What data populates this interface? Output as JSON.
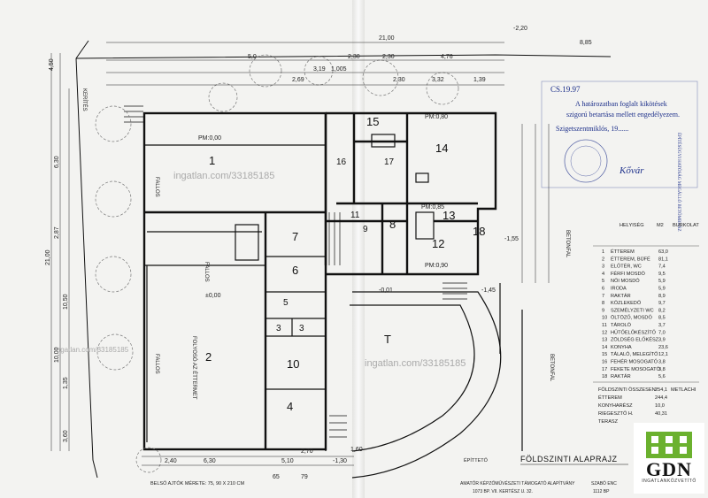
{
  "watermark": "ingatlan.com/33185185",
  "plan_title": "FÖLDSZINTI ALAPRAJZ",
  "rooms": [
    "1",
    "2",
    "3",
    "4",
    "5",
    "6",
    "7",
    "8",
    "9",
    "10",
    "11",
    "12",
    "13",
    "14",
    "15",
    "16",
    "17",
    "18",
    "T"
  ],
  "pm_labels": [
    "PM:0,00",
    "PM:0,80",
    "PM:0,85",
    "PM:0,90",
    "±0,00",
    "-0,01",
    "-1,45",
    "-1,55"
  ],
  "top_dims": [
    "21,00",
    "8,85",
    "-2,20",
    "4,76",
    "2,30",
    "2,30",
    "3,32",
    "1,39",
    "5,0",
    "2,69",
    "3,19",
    "1,005",
    "2,30"
  ],
  "left_dims": [
    "4,50",
    "6,30",
    "21,00",
    "2,87",
    "10,50",
    "10,00",
    "1,35",
    "3,60"
  ],
  "bottom_dims": [
    "6,30",
    "5,10",
    "2,40",
    "2,70",
    "-1,30",
    "65",
    "79",
    "1,60"
  ],
  "wall_labels": [
    "FALLOS",
    "FALLOS",
    "FOLYOSÓ AZ ÉTTERMET",
    "BETONFAL",
    "BETONFAL",
    "KERÍTÉS",
    "FALLOS"
  ],
  "footnote": "BELSŐ AJTÓK MÉRETE: 75, 90 X 210 CM",
  "designer": {
    "heading": "ÉPÍTTETŐ",
    "line1": "AMATŐR KÉPZŐMŰVÉSZETI TÁMOGATÓ ALAPÍTVÁNY",
    "line2": "1073 BP. VII. KERTÉSZ U. 32."
  },
  "tervezo": {
    "line1": "SZABÓ ENC",
    "line2": "1112 BP"
  },
  "stamp": {
    "l1": "A határozatban foglalt kikötések",
    "l2": "szigorú betartása mellett engedélyezem.",
    "l3": "Szigetszentmiklós, 19......",
    "date": "CS.19.97",
    "side": "ÉPÍTÉSÜGYI HATÓSÁG MEGÁLLÓ BETÖMBHÁZ",
    "sig": "Kővár"
  },
  "area_table": {
    "headers": [
      "HELYISÉG",
      "M2",
      "BURKOLAT"
    ],
    "rows": [
      [
        "1",
        "ÉTTEREM",
        "63,0"
      ],
      [
        "2",
        "ÉTTEREM, BÜFÉ",
        "81,1"
      ],
      [
        "3",
        "ELŐTÉR, WC",
        "7,4"
      ],
      [
        "4",
        "FÉRFI MOSDÓ",
        "9,5"
      ],
      [
        "5",
        "NŐI MOSDÓ",
        "5,9"
      ],
      [
        "6",
        "IRODA",
        "5,9"
      ],
      [
        "7",
        "RAKTÁR",
        "8,9"
      ],
      [
        "8",
        "KÖZLEKEDŐ",
        "9,7"
      ],
      [
        "9",
        "SZEMÉLYZETI WC",
        "8,2"
      ],
      [
        "10",
        "ÖLTÖZŐ, MOSDÓ",
        "8,5"
      ],
      [
        "11",
        "TÁROLÓ",
        "3,7"
      ],
      [
        "12",
        "HŰTŐELŐKÉSZÍTŐ",
        "7,0"
      ],
      [
        "13",
        "ZÖLDSÉG ELŐKÉSZ.",
        "3,9"
      ],
      [
        "14",
        "KONYHA",
        "23,6"
      ],
      [
        "15",
        "TÁLALÓ, MELEGÍTŐ",
        "12,1"
      ],
      [
        "16",
        "FEHÉR MOSOGATÓ",
        "3,8"
      ],
      [
        "17",
        "FEKETE MOSOGATÓ",
        "3,8"
      ],
      [
        "18",
        "RAKTÁR",
        "5,6"
      ]
    ],
    "totals": [
      [
        "FÖLDSZINTI ÖSSZESEN:",
        "254,1",
        "METLACHI"
      ],
      [
        "ÉTTEREM",
        "244,4",
        ""
      ],
      [
        "KONYHARÉSZ",
        "10,0",
        ""
      ],
      [
        "RIEGESZTŐ H.",
        "40,31",
        ""
      ],
      [
        "TERASZ",
        "",
        ""
      ]
    ]
  },
  "logo": {
    "text": "GDN",
    "sub": "INGATLANKÖZVETÍTŐ"
  },
  "colors": {
    "ink": "#111111",
    "stamp": "#1c2f8a",
    "logo_green": "#6bb12e"
  }
}
